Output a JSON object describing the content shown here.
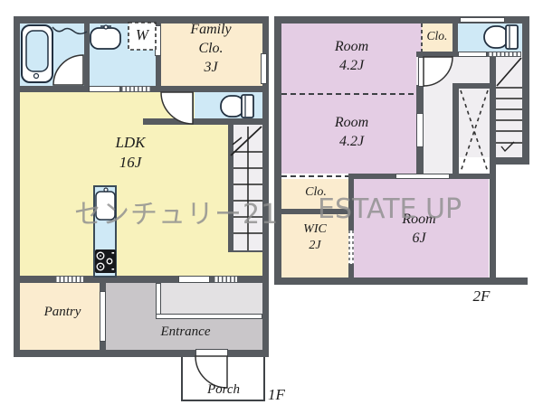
{
  "colors": {
    "wall": "#575b60",
    "ldk_yellow": "#f8f2bc",
    "room_pink": "#e4cde4",
    "closet_cream": "#fbeccf",
    "wet_area_blue": "#cfe9f6",
    "entrance_gray": "#c9c6c9",
    "hall_floor": "#f0eef1",
    "watermark_gray": "#8f8f8f"
  },
  "floor1": {
    "floor_label": "1F",
    "ldk": {
      "name": "LDK",
      "size": "16J"
    },
    "family_closet": {
      "line1": "Family",
      "line2": "Clo.",
      "line3": "3J"
    },
    "washer": "W",
    "pantry": "Pantry",
    "entrance": "Entrance",
    "porch": "Porch"
  },
  "floor2": {
    "floor_label": "2F",
    "room_a": {
      "name": "Room",
      "size": "4.2J"
    },
    "room_b": {
      "name": "Room",
      "size": "4.2J"
    },
    "room_c": {
      "name": "Room",
      "size": "6J"
    },
    "closet_upper": "Clo.",
    "closet_lower": "Clo.",
    "wic": {
      "name": "WIC",
      "size": "2J"
    }
  },
  "watermark": {
    "left": "センチュリー21",
    "right": "ESTATE UP"
  }
}
